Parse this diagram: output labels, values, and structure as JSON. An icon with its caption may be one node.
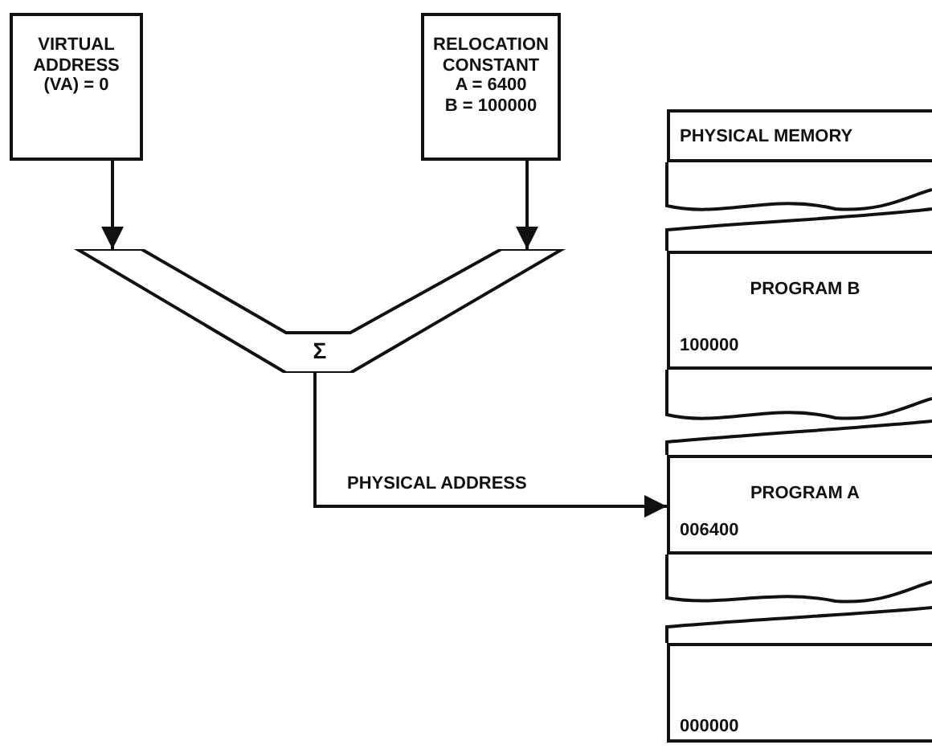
{
  "diagram": {
    "nodes": [
      {
        "text": [
          "VIRTUAL ADDRESS (VA) = 0"
        ]
      },
      {
        "text": [
          "RELOCATION CONSTANT",
          "A = 6400",
          "B = 100000"
        ]
      },
      {
        "text": [
          "Σ"
        ]
      },
      {
        "text": [
          "PHYSICAL MEMORY"
        ]
      },
      {
        "text": [
          "PROGRAM B",
          "100000"
        ]
      },
      {
        "text": [
          "PROGRAM A",
          "006400"
        ]
      },
      {
        "text": [
          "000000"
        ]
      }
    ],
    "edges": [
      {
        "from": 0,
        "to": 2,
        "arrow": "to"
      },
      {
        "from": 1,
        "to": 2,
        "arrow": "to"
      },
      {
        "from": 2,
        "to": 5,
        "arrow": "to",
        "label": "PHYSICAL ADDRESS"
      }
    ]
  }
}
